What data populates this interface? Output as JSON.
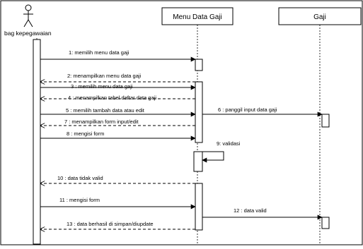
{
  "diagram": {
    "type": "sequence",
    "participants": [
      {
        "id": "actor",
        "label": "bag kepegawaian",
        "kind": "actor"
      },
      {
        "id": "menu",
        "label": "Menu Data Gaji",
        "kind": "object"
      },
      {
        "id": "gaji",
        "label": "Gaji",
        "kind": "object"
      }
    ],
    "messages": [
      {
        "label": "1: memilih menu data gaji",
        "from": "actor",
        "to": "menu",
        "style": "solid"
      },
      {
        "label": "2: menampilkan menu data gaji",
        "from": "menu",
        "to": "actor",
        "style": "dashed"
      },
      {
        "label": "3 : memilih menu data gaji",
        "from": "actor",
        "to": "menu",
        "style": "solid"
      },
      {
        "label": "4 : menampilkan tabel daftar data gaji",
        "from": "menu",
        "to": "actor",
        "style": "dashed"
      },
      {
        "label": "5 : memilih tambah data atau edit",
        "from": "actor",
        "to": "menu",
        "style": "solid"
      },
      {
        "label": "6 : panggil input data gaji",
        "from": "menu",
        "to": "gaji",
        "style": "solid"
      },
      {
        "label": "7 : menampilkan form input/edit",
        "from": "menu",
        "to": "actor",
        "style": "dashed"
      },
      {
        "label": "8 : mengisi form",
        "from": "actor",
        "to": "menu",
        "style": "solid"
      },
      {
        "label": "9: validasi",
        "from": "menu",
        "to": "menu",
        "style": "self"
      },
      {
        "label": "10 : data tidak valid",
        "from": "menu",
        "to": "actor",
        "style": "dashed"
      },
      {
        "label": "11  : mengisi form",
        "from": "actor",
        "to": "menu",
        "style": "solid"
      },
      {
        "label": "12 : data valid",
        "from": "menu",
        "to": "gaji",
        "style": "solid"
      },
      {
        "label": "13 : data berhasil di simpan/diupdate",
        "from": "menu",
        "to": "actor",
        "style": "dashed"
      }
    ]
  }
}
